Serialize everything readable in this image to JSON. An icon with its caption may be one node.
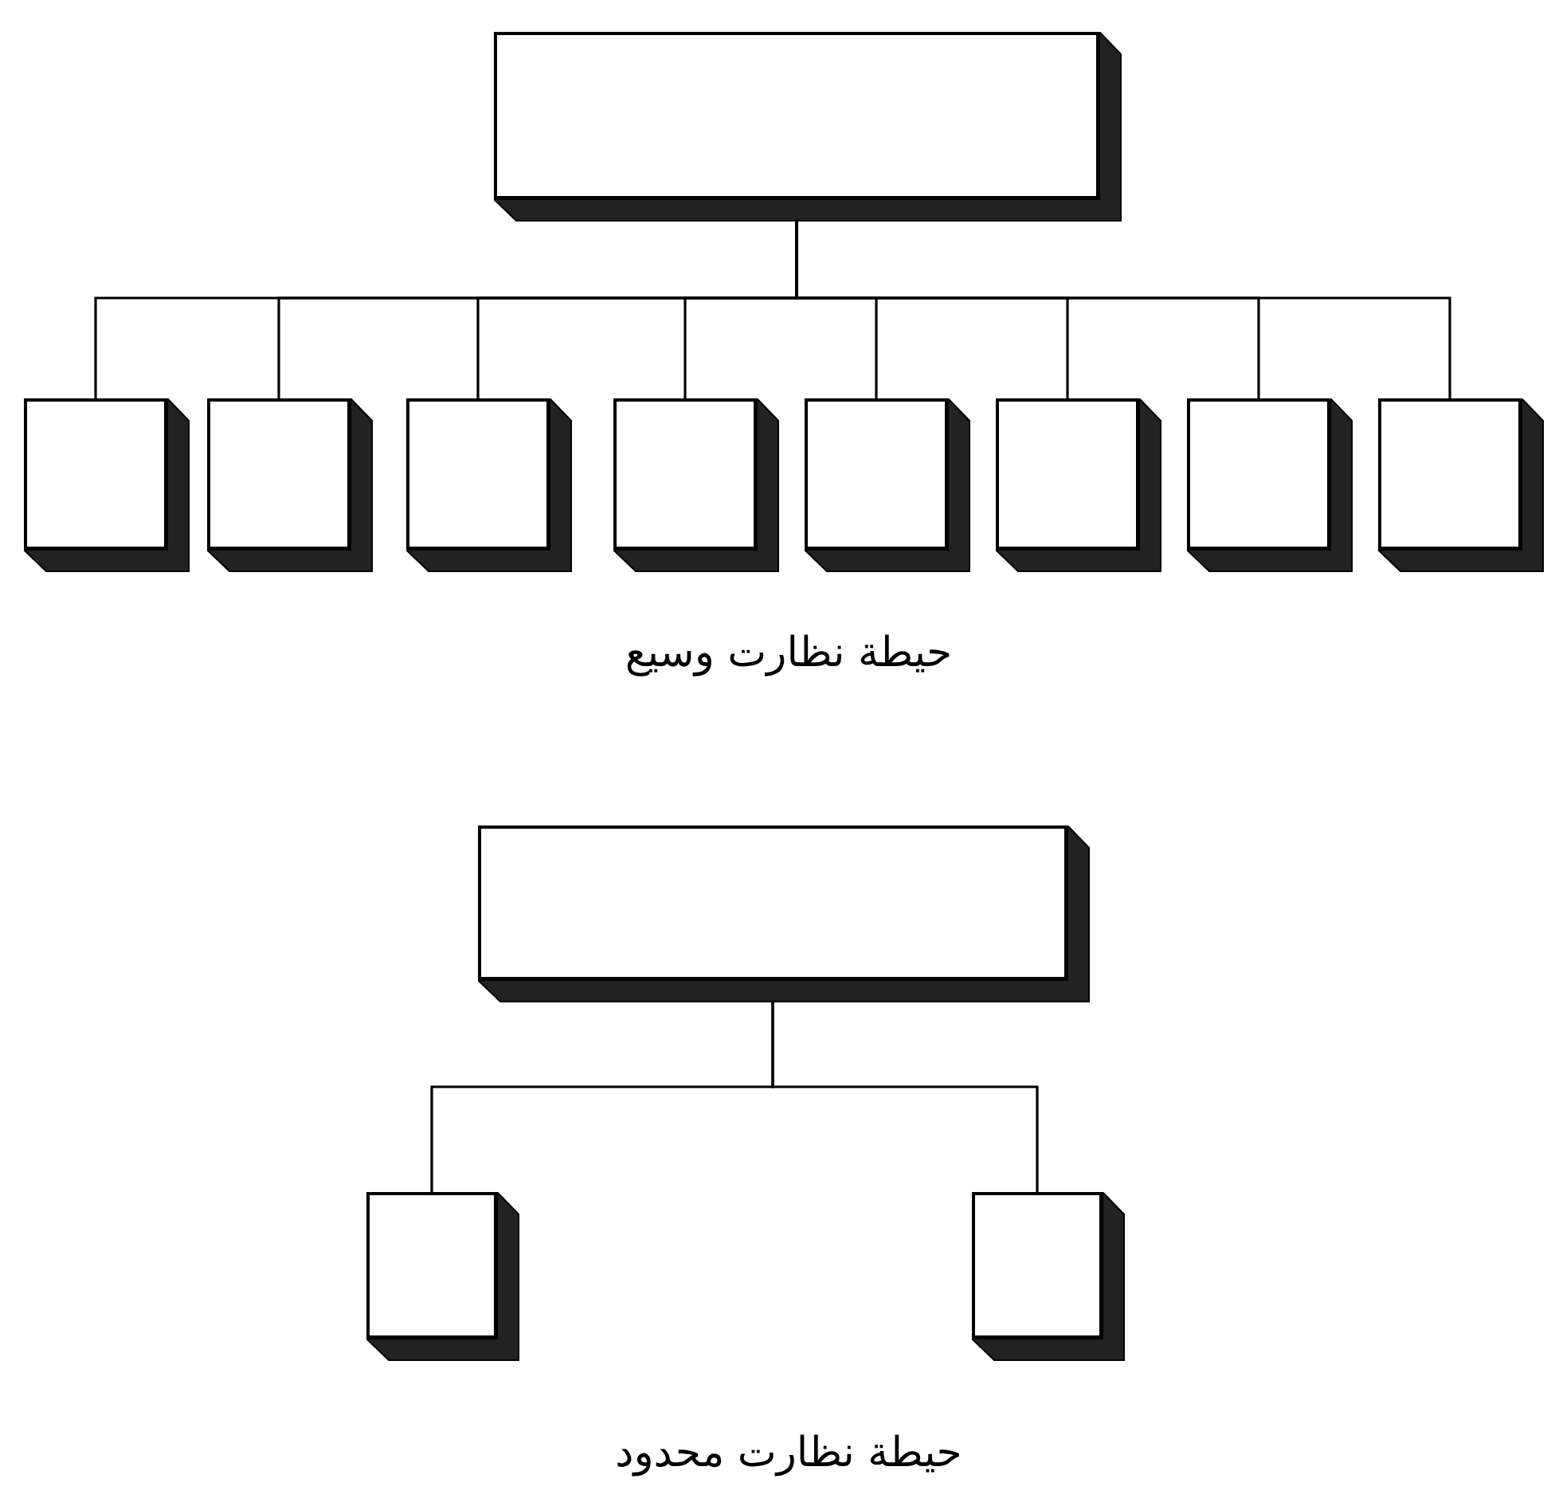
{
  "diagram": {
    "nodes": [
      {
        "text": [],
        "shape": "box"
      },
      {
        "text": [],
        "shape": "box"
      },
      {
        "text": [],
        "shape": "box"
      },
      {
        "text": [],
        "shape": "box"
      },
      {
        "text": [],
        "shape": "box"
      },
      {
        "text": [],
        "shape": "box"
      },
      {
        "text": [],
        "shape": "box"
      },
      {
        "text": [],
        "shape": "box"
      },
      {
        "text": [],
        "shape": "box"
      },
      {
        "text": [],
        "shape": "box"
      },
      {
        "text": [],
        "shape": "box"
      },
      {
        "text": [],
        "shape": "box"
      }
    ],
    "edges": [
      {
        "from": 0,
        "to": 1,
        "arrow": "none"
      },
      {
        "from": 0,
        "to": 2,
        "arrow": "none"
      },
      {
        "from": 0,
        "to": 3,
        "arrow": "none"
      },
      {
        "from": 0,
        "to": 4,
        "arrow": "none"
      },
      {
        "from": 0,
        "to": 5,
        "arrow": "none"
      },
      {
        "from": 0,
        "to": 6,
        "arrow": "none"
      },
      {
        "from": 0,
        "to": 7,
        "arrow": "none"
      },
      {
        "from": 0,
        "to": 8,
        "arrow": "none"
      },
      {
        "from": 9,
        "to": 10,
        "arrow": "none"
      },
      {
        "from": 9,
        "to": 11,
        "arrow": "none"
      }
    ],
    "labels": [
      "حيطة نظارت وسيع",
      "حيطة نظارت محدود"
    ]
  }
}
